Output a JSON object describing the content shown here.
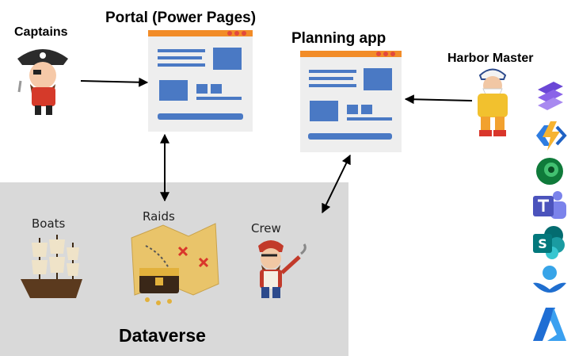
{
  "nodes": {
    "captains": "Captains",
    "portal": "Portal (Power Pages)",
    "planning": "Planning app",
    "harbor": "Harbor Master",
    "boats": "Boats",
    "raids": "Raids",
    "crew": "Crew",
    "dataverse": "Dataverse"
  },
  "icons": [
    "copilot-studio-icon",
    "power-automate-icon",
    "dataverse-icon",
    "teams-icon",
    "sharepoint-icon",
    "viva-icon",
    "azure-icon"
  ],
  "colors": {
    "accent_blue": "#4a79c4",
    "window_bar": "#f28c28",
    "window_bg": "#eeeeee",
    "dataverse_bg": "#d9d9d9"
  }
}
